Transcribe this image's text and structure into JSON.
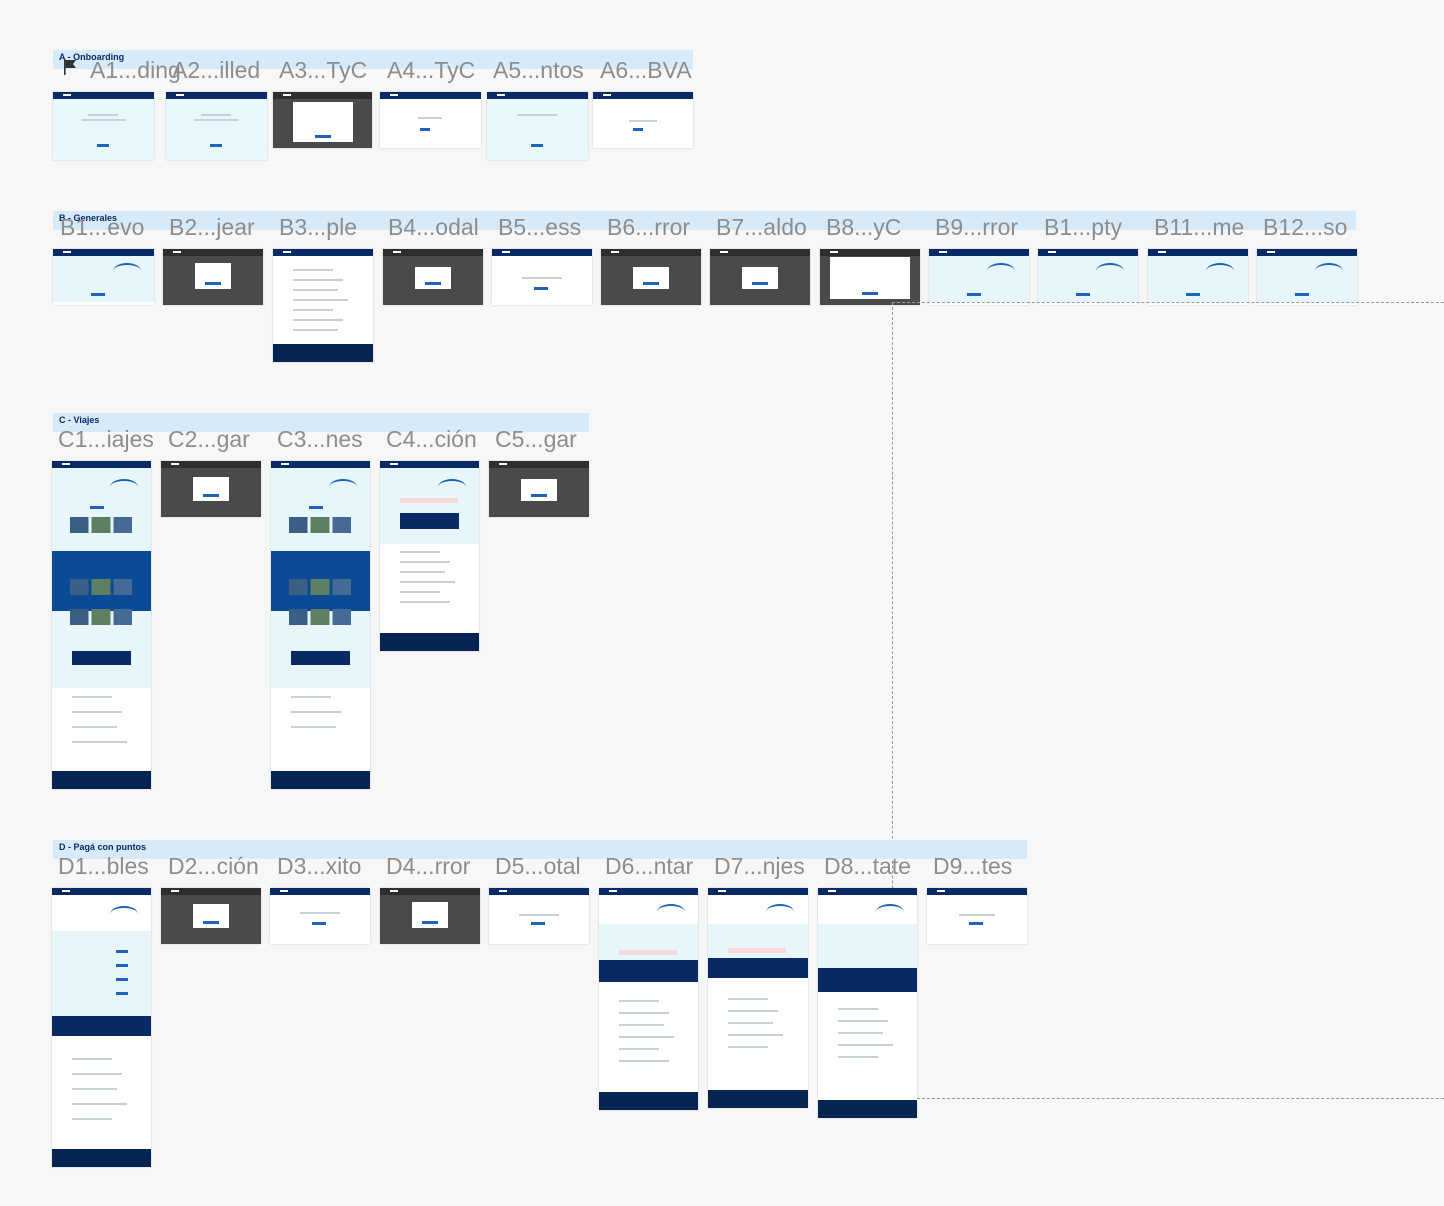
{
  "sections": [
    {
      "id": "A",
      "title": "A - Onboarding",
      "frames": [
        "A1...ding",
        "A2...illed",
        "A3...TyC",
        "A4...TyC",
        "A5...ntos",
        "A6...BVA"
      ]
    },
    {
      "id": "B",
      "title": "B - Generales",
      "frames": [
        "B1...evo",
        "B2...jear",
        "B3...ple",
        "B4...odal",
        "B5...ess",
        "B6...rror",
        "B7...aldo",
        "B8...yC",
        "B9...rror",
        "B1...pty",
        "B11...me",
        "B12...so"
      ]
    },
    {
      "id": "C",
      "title": "C - Viajes",
      "frames": [
        "C1...iajes",
        "C2...gar",
        "C3...nes",
        "C4...ción",
        "C5...gar"
      ]
    },
    {
      "id": "D",
      "title": "D - Pagá con puntos",
      "frames": [
        "D1...bles",
        "D2...ción",
        "D3...xito",
        "D4...rror",
        "D5...otal",
        "D6...ntar",
        "D7...njes",
        "D8...tate",
        "D9...tes"
      ]
    }
  ],
  "colors": {
    "canvas": "#f7f7f7",
    "section_band": "#d6eafa",
    "brand_navy": "#0a2a66",
    "accent_blue": "#1f64b8",
    "label_gray": "#8d8d8d"
  }
}
